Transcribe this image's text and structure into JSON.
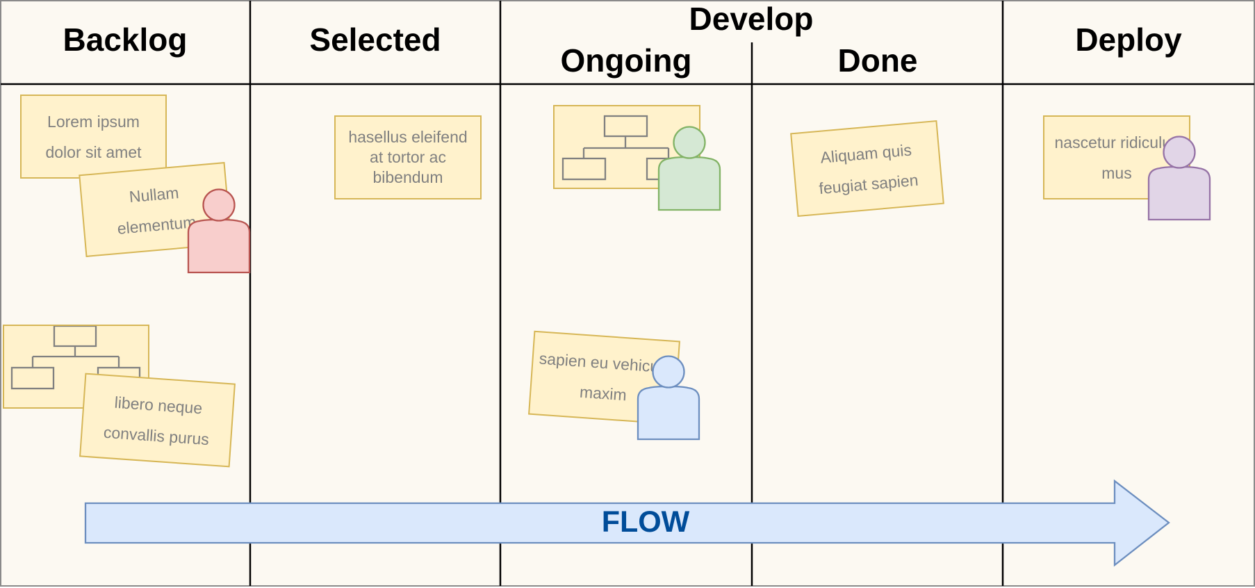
{
  "columns": {
    "backlog": "Backlog",
    "selected": "Selected",
    "develop": "Develop",
    "ongoing": "Ongoing",
    "done": "Done",
    "deploy": "Deploy"
  },
  "cards": {
    "backlog_1": "Lorem ipsum dolor sit amet",
    "backlog_2": "Nullam elementum",
    "backlog_4": "libero neque convallis purus",
    "selected_1": "hasellus eleifend at tortor ac bibendum",
    "done_1": "Aliquam quis feugiat sapien",
    "ongoing_2": "sapien eu vehicula maxim",
    "deploy_1": "nascetur ridiculus mus"
  },
  "flow": {
    "label": "FLOW"
  },
  "colors": {
    "board_bg": "#fcf9f2",
    "card_fill": "#fff2cc",
    "card_stroke": "#d6b656",
    "person_red": "#f8cecc",
    "person_green": "#d5e8d4",
    "person_blue": "#dae8fc",
    "person_purple": "#e1d5e7",
    "flow_fill": "#dae8fc",
    "flow_stroke": "#6c8ebf",
    "flow_text": "#004c99"
  },
  "icons": [
    "person-icon",
    "org-chart-icon",
    "flow-arrow"
  ]
}
